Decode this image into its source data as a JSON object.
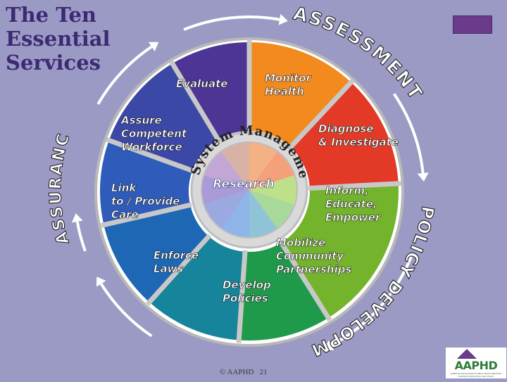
{
  "title": [
    "The Ten",
    "Essential",
    "Services"
  ],
  "ring_labels": {
    "assessment": "ASSESSMENT",
    "policy": "POLICY DEVELOPMENT",
    "assurance": "ASSURANCE"
  },
  "segments": [
    {
      "label": [
        "Monitor",
        "Health"
      ],
      "color": "#f28a1e"
    },
    {
      "label": [
        "Diagnose",
        "& Investigate"
      ],
      "color": "#e23a26"
    },
    {
      "label": [
        "Inform,",
        "Educate,",
        "Empower"
      ],
      "color": "#74b32c"
    },
    {
      "label": [
        "Mobilize",
        "Community",
        "Partnerships"
      ],
      "color": "#1f9a4a"
    },
    {
      "label": [
        "Develop",
        "Policies"
      ],
      "color": "#16849a"
    },
    {
      "label": [
        "Enforce",
        "Laws"
      ],
      "color": "#1e67b4"
    },
    {
      "label": [
        "Link",
        "to / Provide",
        "Care"
      ],
      "color": "#2f5cba"
    },
    {
      "label": [
        "Assure",
        "Competent",
        "Workforce"
      ],
      "color": "#3c48a6"
    },
    {
      "label": [
        "Evaluate"
      ],
      "color": "#4c3594"
    }
  ],
  "center": {
    "arc_text": "System Management",
    "label": "Research"
  },
  "footer": {
    "credit": "© AAPHD",
    "page": "21"
  },
  "logo": {
    "letters": "AAPHD",
    "tagline_1": "AMERICAN ASSOCIATION OF PUBLIC HEALTH DENTISTRY",
    "tagline_2": "LEADERS IN PROMOTING ORAL HEALTH"
  },
  "colors": {
    "background": "#9a9ac4",
    "title": "#3c2a72",
    "accent": "#6b3a8a",
    "ring": "#ffffff",
    "spoke": "#c8c8c8"
  }
}
